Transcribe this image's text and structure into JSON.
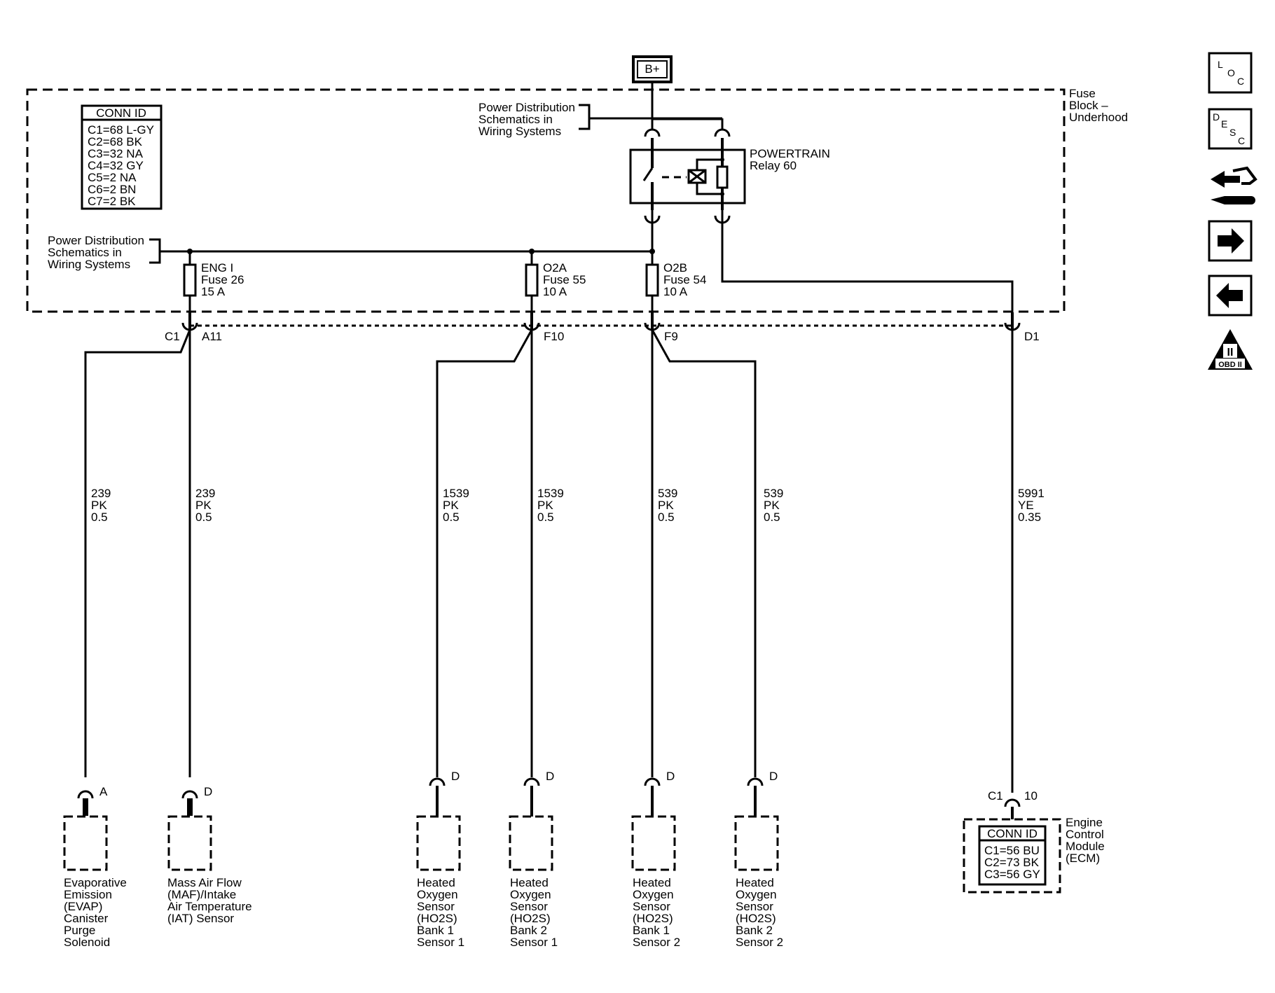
{
  "battery": "B+",
  "fuse_block": {
    "line1": "Fuse",
    "line2": "Block –",
    "line3": "Underhood"
  },
  "fuse_block_conn": {
    "header": "CONN ID",
    "rows": [
      "C1=68 L-GY",
      "C2=68 BK",
      "C3=32 NA",
      "C4=32 GY",
      "C5=2 NA",
      "C6=2 BN",
      "C7=2 BK"
    ]
  },
  "power_dist_top": [
    "Power Distribution",
    "Schematics in",
    "Wiring Systems"
  ],
  "power_dist_left": [
    "Power Distribution",
    "Schematics in",
    "Wiring Systems"
  ],
  "relay": {
    "line1": "POWERTRAIN",
    "line2": "Relay 60"
  },
  "fuses": [
    {
      "name": "ENG I",
      "number": "Fuse 26",
      "rating": "15 A"
    },
    {
      "name": "O2A",
      "number": "Fuse 55",
      "rating": "10 A"
    },
    {
      "name": "O2B",
      "number": "Fuse 54",
      "rating": "10 A"
    }
  ],
  "connectors": {
    "c1": "C1",
    "a11": "A11",
    "f10": "F10",
    "f9": "F9",
    "d1": "D1"
  },
  "wires": [
    {
      "circuit": "239",
      "color": "PK",
      "gauge": "0.5"
    },
    {
      "circuit": "239",
      "color": "PK",
      "gauge": "0.5"
    },
    {
      "circuit": "1539",
      "color": "PK",
      "gauge": "0.5"
    },
    {
      "circuit": "1539",
      "color": "PK",
      "gauge": "0.5"
    },
    {
      "circuit": "539",
      "color": "PK",
      "gauge": "0.5"
    },
    {
      "circuit": "539",
      "color": "PK",
      "gauge": "0.5"
    },
    {
      "circuit": "5991",
      "color": "YE",
      "gauge": "0.35"
    }
  ],
  "component_pins": [
    "A",
    "D",
    "D",
    "D",
    "D",
    "D"
  ],
  "components": [
    [
      "Evaporative",
      "Emission",
      "(EVAP)",
      "Canister",
      "Purge",
      "Solenoid"
    ],
    [
      "Mass Air Flow",
      "(MAF)/Intake",
      "Air Temperature",
      "(IAT) Sensor"
    ],
    [
      "Heated",
      "Oxygen",
      "Sensor",
      "(HO2S)",
      "Bank 1",
      "Sensor 1"
    ],
    [
      "Heated",
      "Oxygen",
      "Sensor",
      "(HO2S)",
      "Bank 2",
      "Sensor 1"
    ],
    [
      "Heated",
      "Oxygen",
      "Sensor",
      "(HO2S)",
      "Bank 1",
      "Sensor 2"
    ],
    [
      "Heated",
      "Oxygen",
      "Sensor",
      "(HO2S)",
      "Bank 2",
      "Sensor 2"
    ]
  ],
  "ecm": {
    "connector": "C1",
    "pin": "10",
    "label": [
      "Engine",
      "Control",
      "Module",
      "(ECM)"
    ],
    "conn_header": "CONN ID",
    "conn_rows": [
      "C1=56 BU",
      "C2=73 BK",
      "C3=56 GY"
    ]
  },
  "nav_icons": [
    {
      "name": "loc-icon",
      "letters": [
        "L",
        "O",
        "C"
      ]
    },
    {
      "name": "desc-icon",
      "letters": [
        "D",
        "E",
        "S",
        "C"
      ]
    },
    {
      "name": "connector-repair-icon"
    },
    {
      "name": "next-arrow-icon"
    },
    {
      "name": "previous-arrow-icon"
    },
    {
      "name": "obd-ii-icon",
      "numeral": "II",
      "text": "OBD II"
    }
  ]
}
